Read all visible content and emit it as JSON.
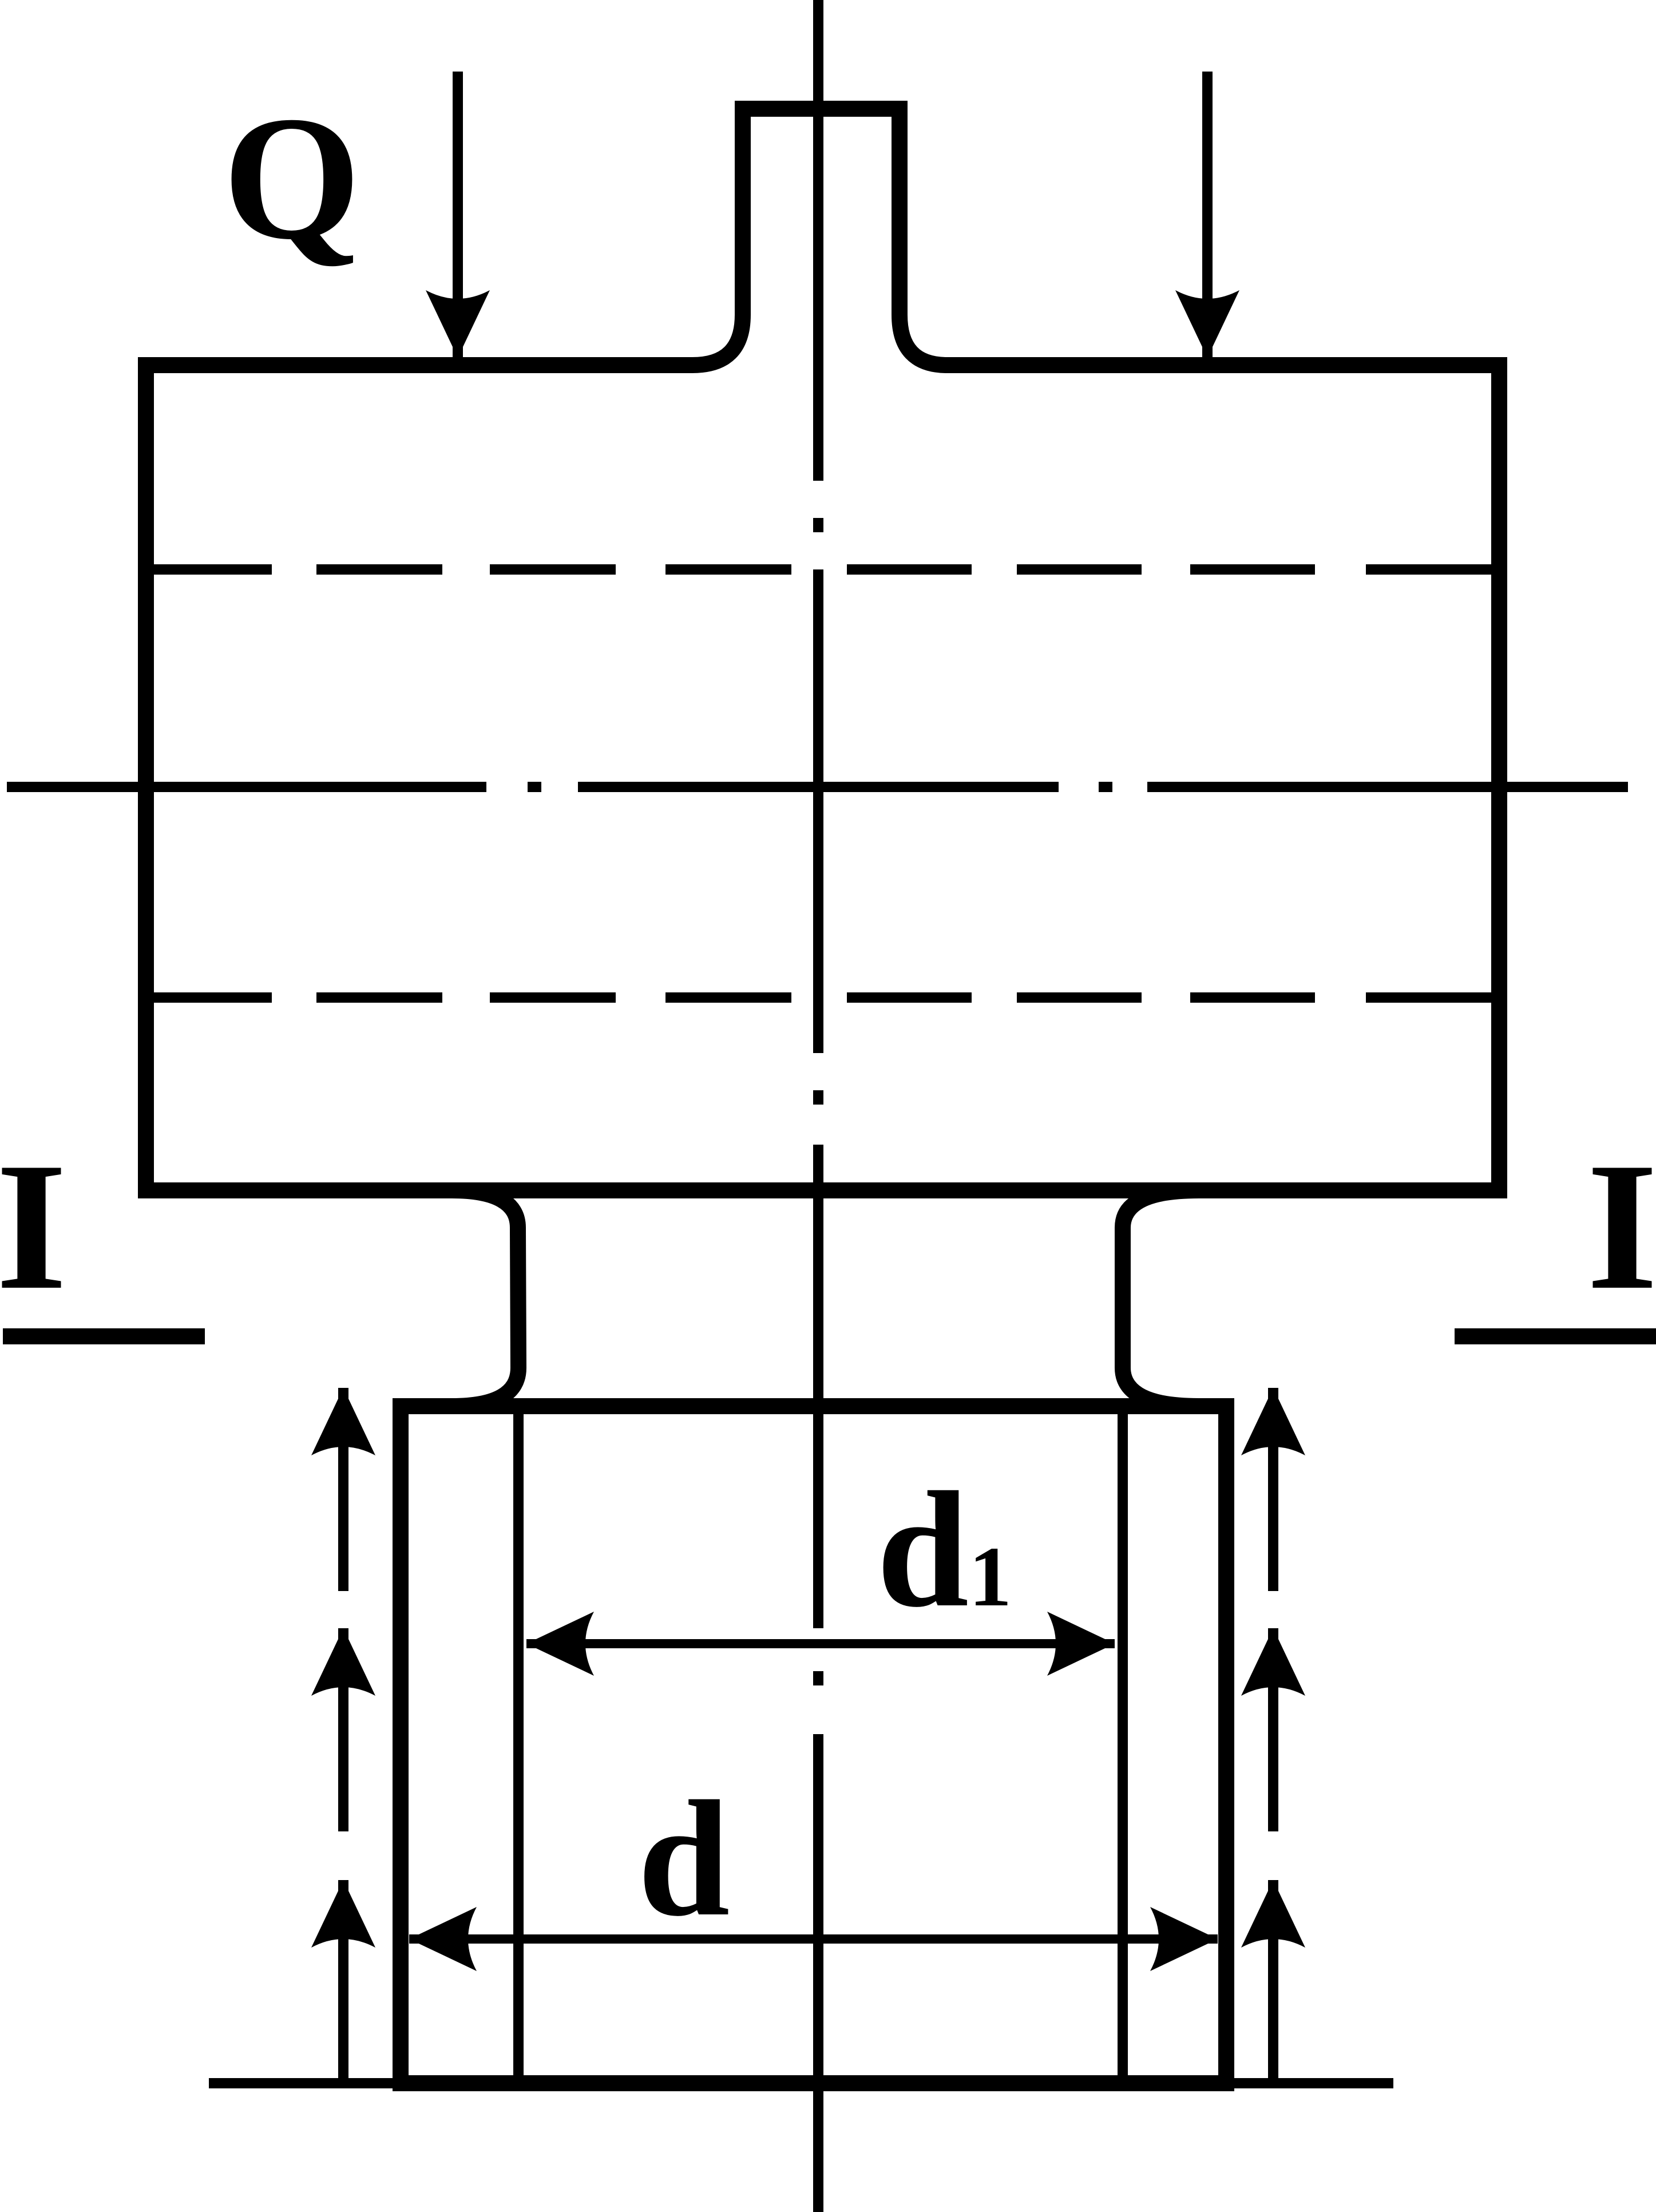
{
  "labels": {
    "load": "Q",
    "section_left": "I",
    "section_right": "I",
    "outer_diameter": "d",
    "inner_diameter_base": "d",
    "inner_diameter_sub": "1"
  },
  "colors": {
    "stroke": "#000000",
    "background": "#ffffff"
  }
}
